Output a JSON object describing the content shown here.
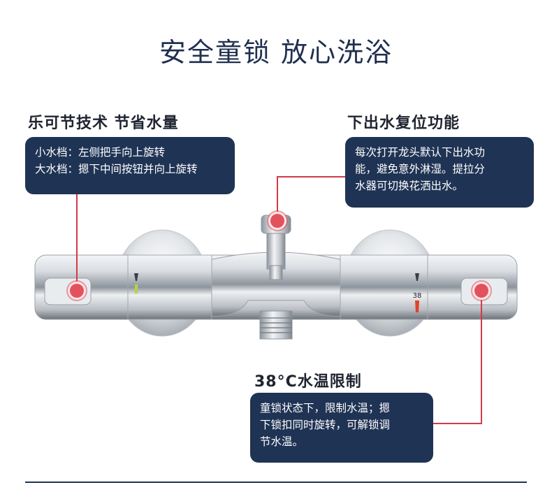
{
  "title": "安全童锁 放心洗浴",
  "features": {
    "flow": {
      "heading": "乐可节技术 节省水量",
      "lines": [
        "小水档：左侧把手向上旋转",
        "大水档：摁下中间按钮并向上旋转"
      ]
    },
    "reset": {
      "heading": "下出水复位功能",
      "lines": [
        "每次打开龙头默认下出水功",
        "能，避免意外淋湿。提拉分",
        "水器可切换花洒出水。"
      ]
    },
    "lock": {
      "heading": "38°C水温限制",
      "lines": [
        "童锁状态下，限制水温；摁",
        "下锁扣同时旋转，可解锁调",
        "节水温。"
      ]
    }
  },
  "faucet": {
    "temp_mark": "38"
  },
  "colors": {
    "callout": "#1f3354",
    "accent": "#d33a48",
    "title": "#1f2f4f"
  }
}
